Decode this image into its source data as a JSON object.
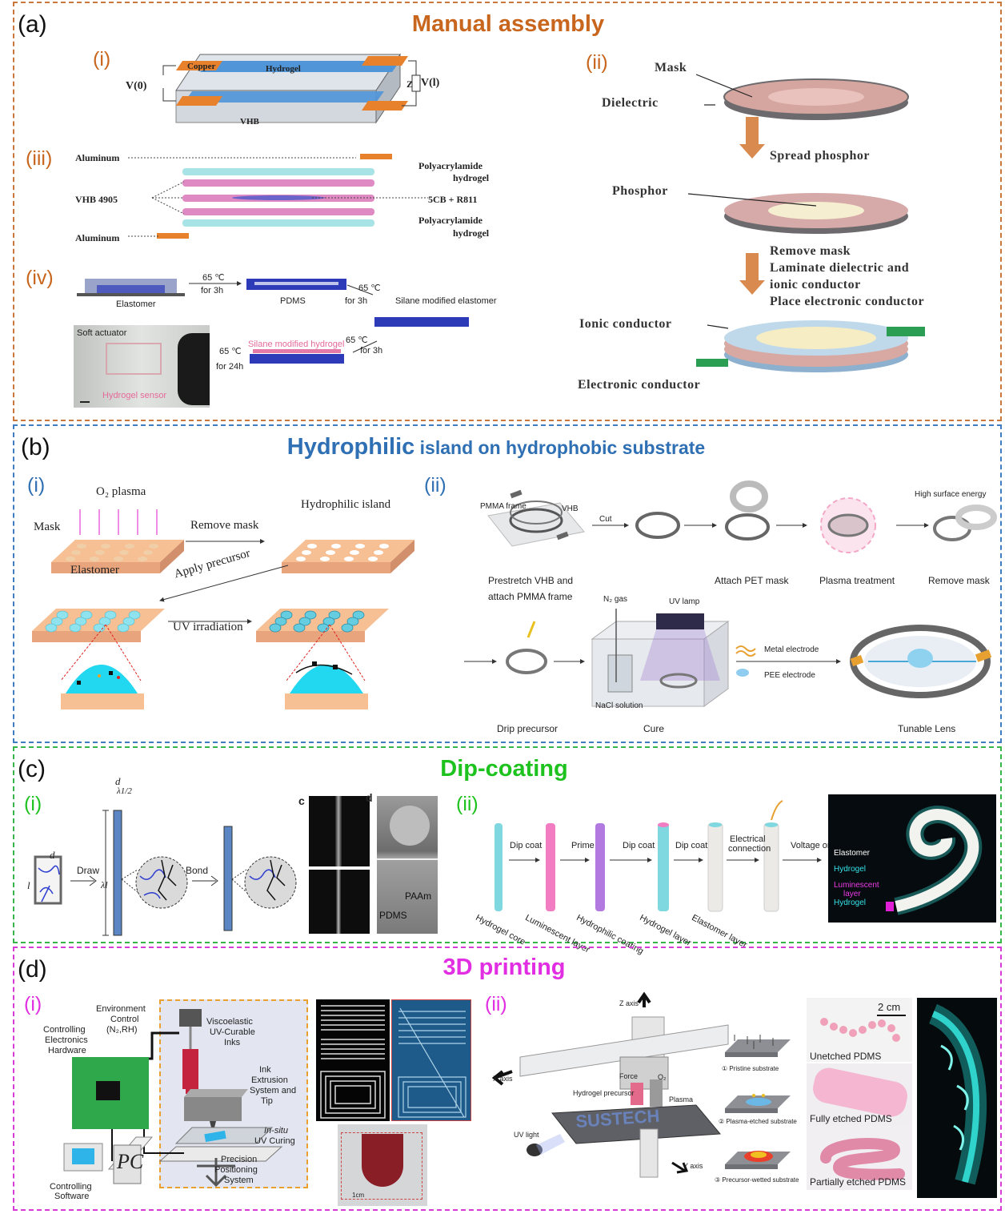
{
  "colors": {
    "a_border": "#c9773a",
    "a_title": "#c8661e",
    "b_border": "#3f7cc0",
    "b_title": "#2f6fb3",
    "c_border": "#37b44a",
    "c_title": "#1ec21e",
    "d_border": "#d63bd6",
    "d_title": "#e22ee2"
  },
  "panel_a": {
    "label": "(a)",
    "title": "Manual assembly",
    "i": {
      "sub": "(i)",
      "copper": "Copper",
      "hydrogel": "Hydrogel",
      "vhb": "VHB",
      "v0": "V(0)",
      "vl": "V(l)",
      "z": "Z"
    },
    "iii": {
      "sub": "(iii)",
      "aluminum_top": "Aluminum",
      "aluminum_bottom": "Aluminum",
      "vhb": "VHB 4905",
      "paam1": "Polyacrylamide",
      "paam1b": "hydrogel",
      "lc": "5CB + R811",
      "paam2": "Polyacrylamide",
      "paam2b": "hydrogel"
    },
    "iv": {
      "sub": "(iv)",
      "t1": "65 ℃",
      "t1b": "for 3h",
      "elastomer": "Elastomer",
      "pdms": "PDMS",
      "t2": "65 ℃",
      "t2b": "for 3h",
      "silane_el": "Silane modified elastomer",
      "t3": "65 ℃",
      "t3b": "for 3h",
      "silane_hg": "Silane modified hydrogel",
      "t4": "65 ℃",
      "t4b": "for 24h",
      "soft_actuator": "Soft actuator",
      "hydrogel_sensor": "Hydrogel sensor"
    },
    "ii": {
      "sub": "(ii)",
      "mask": "Mask",
      "dielectric": "Dielectric",
      "spread": "Spread phosphor",
      "phosphor": "Phosphor",
      "step2a": "Remove mask",
      "step2b": "Laminate dielectric and",
      "step2c": "ionic conductor",
      "step2d": "Place electronic conductor",
      "ionic": "Ionic conductor",
      "electronic": "Electronic conductor"
    }
  },
  "panel_b": {
    "label": "(b)",
    "title_big": "Hydrophilic",
    "title_rest": " island on hydrophobic substrate",
    "i": {
      "sub": "(i)",
      "o2": "O₂ plasma",
      "mask": "Mask",
      "elastomer": "Elastomer",
      "remove_mask": "Remove mask",
      "island": "Hydrophilic island",
      "apply": "Apply precursor",
      "uv": "UV irradiation"
    },
    "ii": {
      "sub": "(ii)",
      "pmma": "PMMA frame",
      "vhb": "VHB",
      "cut": "Cut",
      "prestretch1": "Prestretch VHB and",
      "prestretch2": "attach PMMA frame",
      "attach_pet": "Attach PET mask",
      "plasma": "Plasma treatment",
      "remove": "Remove mask",
      "high_se": "High surface energy",
      "n2": "N₂ gas",
      "uvlamp": "UV lamp",
      "nacl": "NaCl solution",
      "metal": "Metal electrode",
      "pee": "PEE electrode",
      "drip": "Drip precursor",
      "cure": "Cure",
      "lens": "Tunable Lens"
    }
  },
  "panel_c": {
    "label": "(c)",
    "title": "Dip-coating",
    "i": {
      "sub": "(i)",
      "d": "d",
      "l": "l",
      "d_top": "d",
      "lam": "λ1/2",
      "lam_l": "λl",
      "draw": "Draw",
      "bond": "Bond",
      "c": "c",
      "dd": "d",
      "paam": "PAAm",
      "pdms": "PDMS"
    },
    "ii": {
      "sub": "(ii)",
      "s1": "Dip coat",
      "s2": "Prime",
      "s3": "Dip coat",
      "s4": "Dip coat",
      "s5a": "Electrical",
      "s5b": "connection",
      "s6": "Voltage on",
      "rods": [
        "Hydrogel core",
        "Luminescent layer",
        "Hydrophilic coating",
        "Hydrogel layer",
        "Elastomer layer"
      ],
      "img": {
        "elastomer": "Elastomer",
        "hydrogel1": "Hydrogel",
        "lum1": "Luminescent",
        "lum2": "layer",
        "hydrogel2": "Hydrogel"
      }
    }
  },
  "panel_d": {
    "label": "(d)",
    "title": "3D printing",
    "i": {
      "sub": "(i)",
      "env1": "Environment",
      "env2": "Control",
      "env3": "(N₂,RH)",
      "ce1": "Controlling",
      "ce2": "Electronics",
      "ce3": "Hardware",
      "ink1": "Viscoelastic",
      "ink2": "UV-Curable",
      "ink3": "Inks",
      "ext1": "Ink",
      "ext2": "Extrusion",
      "ext3": "System and",
      "ext4": "Tip",
      "uv1": "In-situ",
      "uv2": "UV Curing",
      "pp1": "Precision",
      "pp2": "Positioning",
      "pp3": "System",
      "cs1": "Controlling",
      "cs2": "Software",
      "pc": "PC",
      "scale": "1cm"
    },
    "ii": {
      "sub": "(ii)",
      "z": "Z axis",
      "x": "X axis",
      "y": "Y axis",
      "force": "Force",
      "o2": "O₂",
      "plasma": "Plasma",
      "hp": "Hydrogel precursor",
      "uvl": "UV light",
      "s1": "① Pristine substrate",
      "s2": "② Plasma-etched substrate",
      "s3": "③ Precursor-wetted substrate",
      "scale": "2 cm",
      "unetched": "Unetched PDMS",
      "fully": "Fully etched PDMS",
      "partial": "Partially etched PDMS",
      "sustech": "SUSTECH"
    }
  }
}
